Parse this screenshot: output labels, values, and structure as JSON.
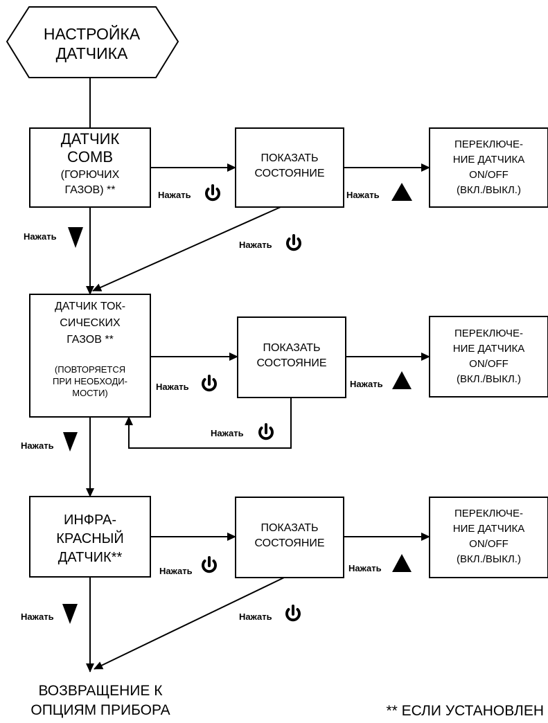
{
  "start": {
    "label": "НАСТРОЙКА\nДАТЧИКА"
  },
  "rows": [
    {
      "sensor": {
        "main": "ДАТЧИК\nCOMB",
        "sub": "(ГОРЮЧИХ\nГАЗОВ) **"
      },
      "show": "ПОКАЗАТЬ\nСОСТОЯНИЕ",
      "toggle": "ПЕРЕКЛЮЧЕ-\nНИЕ ДАТЧИКА\nON/OFF\n(ВКЛ./ВЫКЛ.)"
    },
    {
      "sensor": {
        "main": "ДАТЧИК ТОК-\nСИЧЕСКИХ\nГАЗОВ **",
        "sub": "(ПОВТОРЯЕТСЯ\nПРИ НЕОБХОДИ-\nМОСТИ)"
      },
      "show": "ПОКАЗАТЬ\nСОСТОЯНИЕ",
      "toggle": "ПЕРЕКЛЮЧЕ-\nНИЕ ДАТЧИКА\nON/OFF\n(ВКЛ./ВЫКЛ.)"
    },
    {
      "sensor": {
        "main": "ИНФРА-\nКРАСНЫЙ\nДАТЧИК**"
      },
      "show": "ПОКАЗАТЬ\nСОСТОЯНИЕ",
      "toggle": "ПЕРЕКЛЮЧЕ-\nНИЕ ДАТЧИКА\nON/OFF\n(ВКЛ./ВЫКЛ.)"
    }
  ],
  "press_label": "Нажать",
  "end": {
    "label": "ВОЗВРАЩЕНИЕ К\nОПЦИЯМ ПРИБОРА"
  },
  "footnote": "** ЕСЛИ УСТАНОВЛЕН",
  "icons": {
    "power": "power-icon",
    "up": "up-triangle-icon",
    "down": "down-triangle-icon"
  }
}
